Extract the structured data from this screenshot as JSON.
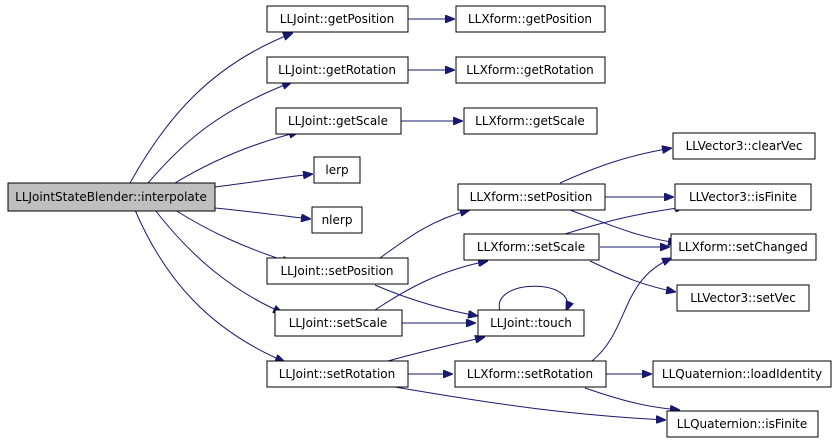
{
  "colors": {
    "edge": "#191970",
    "root_fill": "#bfbfbf",
    "node_fill": "#ffffff",
    "node_stroke": "#000000"
  },
  "nodes": {
    "root": "LLJointStateBlender::interpolate",
    "jgetpos": "LLJoint::getPosition",
    "xgetpos": "LLXform::getPosition",
    "jgetrot": "LLJoint::getRotation",
    "xgetrot": "LLXform::getRotation",
    "jgetscale": "LLJoint::getScale",
    "xgetscale": "LLXform::getScale",
    "lerp": "lerp",
    "nlerp": "nlerp",
    "v3clear": "LLVector3::clearVec",
    "xsetpos": "LLXform::setPosition",
    "v3finite": "LLVector3::isFinite",
    "xsetscale": "LLXform::setScale",
    "xsetchanged": "LLXform::setChanged",
    "jsetpos": "LLJoint::setPosition",
    "v3setvec": "LLVector3::setVec",
    "jsetscale": "LLJoint::setScale",
    "jtouch": "LLJoint::touch",
    "jsetrot": "LLJoint::setRotation",
    "xsetrot": "LLXform::setRotation",
    "qloadid": "LLQuaternion::loadIdentity",
    "qfinite": "LLQuaternion::isFinite"
  }
}
